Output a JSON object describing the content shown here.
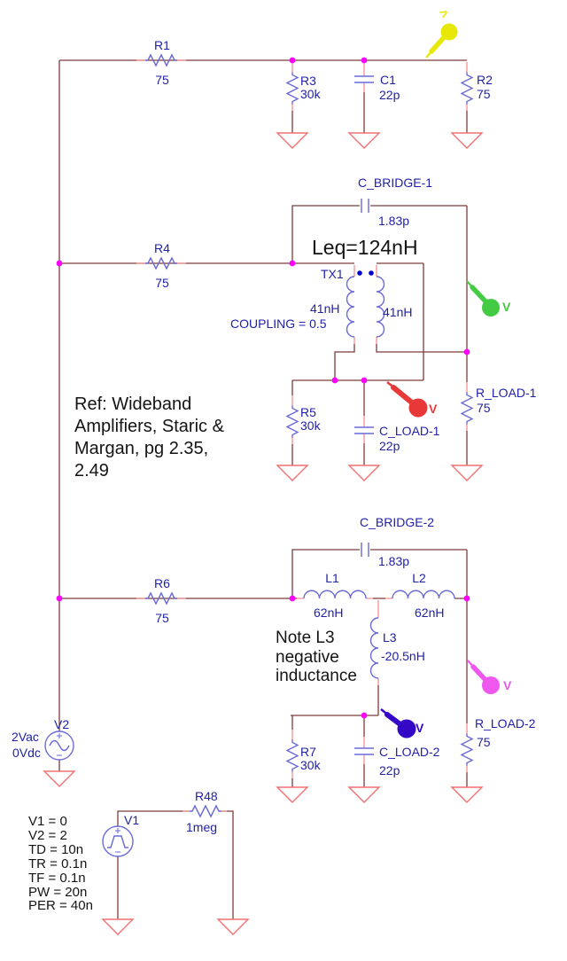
{
  "components": {
    "r1": {
      "name": "R1",
      "value": "75"
    },
    "r3": {
      "name": "R3",
      "value": "30k"
    },
    "c1": {
      "name": "C1",
      "value": "22p"
    },
    "r2": {
      "name": "R2",
      "value": "75"
    },
    "c_bridge_1": {
      "name": "C_BRIDGE-1",
      "value": "1.83p"
    },
    "tx1": {
      "name": "TX1",
      "primary": "41nH",
      "secondary": "41nH",
      "coupling": "COUPLING = 0.5"
    },
    "r4": {
      "name": "R4",
      "value": "75"
    },
    "r5": {
      "name": "R5",
      "value": "30k"
    },
    "c_load_1": {
      "name": "C_LOAD-1",
      "value": "22p"
    },
    "r_load_1": {
      "name": "R_LOAD-1",
      "value": "75"
    },
    "c_bridge_2": {
      "name": "C_BRIDGE-2",
      "value": "1.83p"
    },
    "r6": {
      "name": "R6",
      "value": "75"
    },
    "l1": {
      "name": "L1",
      "value": "62nH"
    },
    "l2": {
      "name": "L2",
      "value": "62nH"
    },
    "l3": {
      "name": "L3",
      "value": "-20.5nH"
    },
    "r7": {
      "name": "R7",
      "value": "30k"
    },
    "c_load_2": {
      "name": "C_LOAD-2",
      "value": "22p"
    },
    "r_load_2": {
      "name": "R_LOAD-2",
      "value": "75"
    },
    "v2": {
      "name": "V2",
      "ac": "2Vac",
      "dc": "0Vdc"
    },
    "v1": {
      "name": "V1",
      "params": [
        "V1 = 0",
        "V2 = 2",
        "TD = 10n",
        "TR = 0.1n",
        "TF = 0.1n",
        "PW = 20n",
        "PER = 40n"
      ]
    },
    "r48": {
      "name": "R48",
      "value": "1meg"
    }
  },
  "annotations": {
    "leq": "Leq=124nH",
    "ref": [
      "Ref: Wideband",
      "Amplifiers, Staric &",
      "Margan, pg 2.35,",
      "2.49"
    ],
    "note_l3": [
      "Note L3",
      "negative",
      "inductance"
    ]
  },
  "probes": {
    "yellow": {
      "mark": ">"
    },
    "green": {
      "label": "V"
    },
    "red": {
      "label": "V"
    },
    "blue": {
      "label": "V"
    },
    "pink": {
      "label": "V"
    }
  },
  "colors": {
    "wire": "#7d3c3c",
    "pin": "#f49090",
    "sym": "#6a6ad8",
    "label": "#2121a8",
    "dot": "#ff00ff",
    "gnd": "#f07070",
    "ink": "#141414",
    "probe_yellow": "#e8e806",
    "probe_green": "#44cb44",
    "probe_red": "#e83838",
    "probe_blue": "#3508c8",
    "probe_pink": "#ee58ee"
  }
}
